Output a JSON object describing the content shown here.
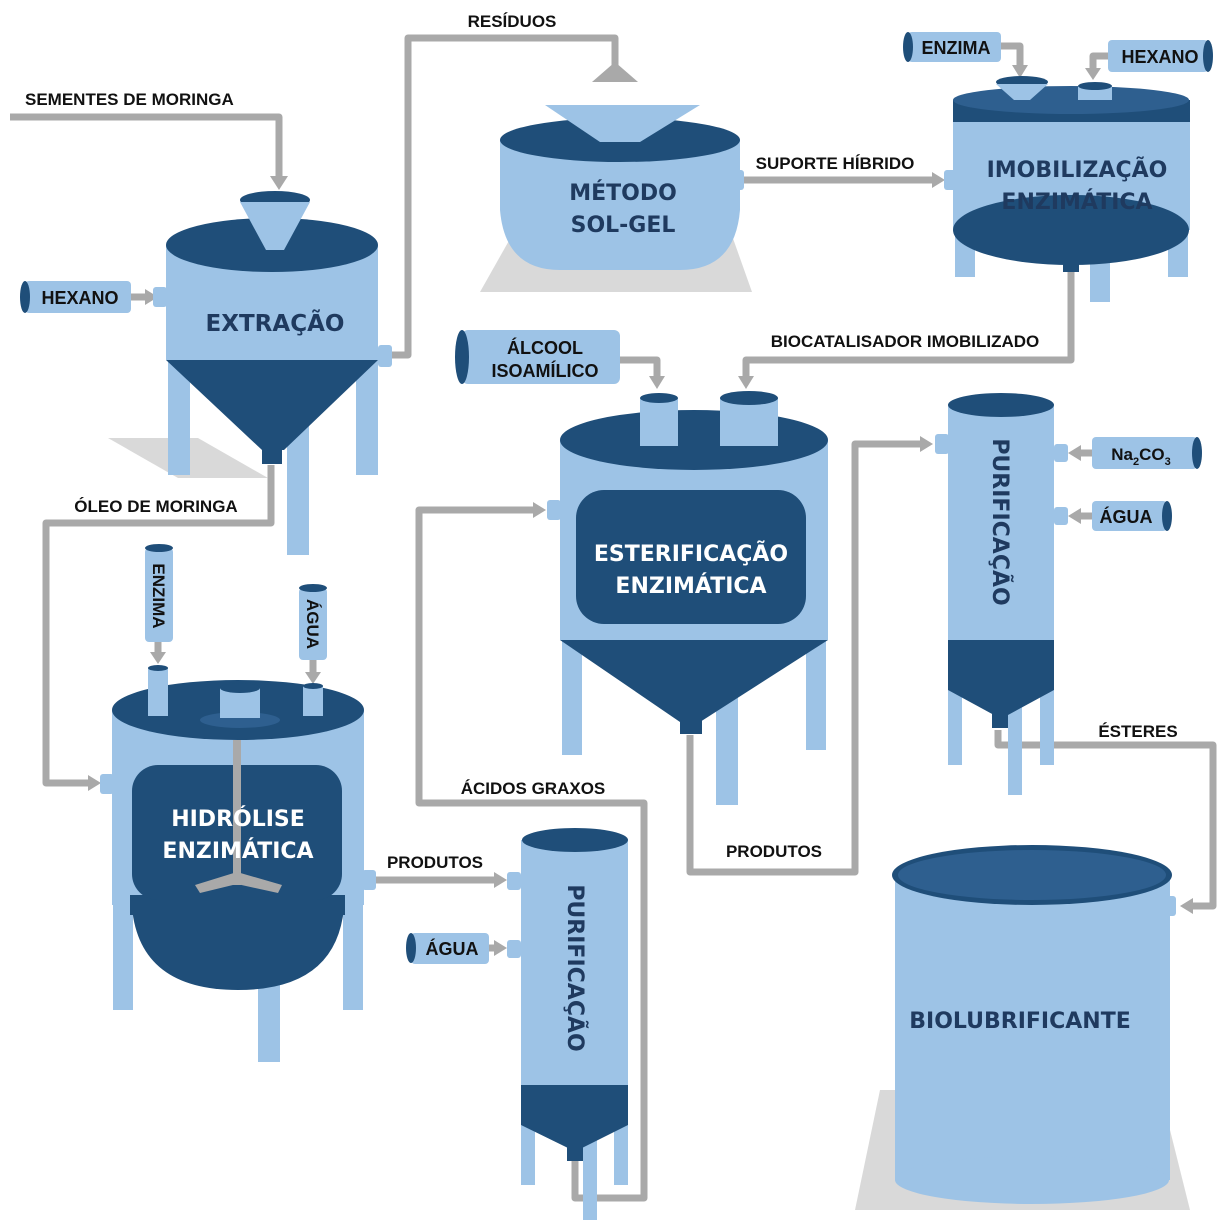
{
  "colors": {
    "light_blue": "#9dc3e6",
    "dark_blue": "#1f4e79",
    "mid_blue": "#2e5f8f",
    "pipe_gray": "#a9a9a9",
    "base_gray": "#d9d9d9",
    "text_white": "#ffffff",
    "text_black": "#111111"
  },
  "vessels": {
    "extracao": "EXTRAÇÃO",
    "sol_gel_1": "MÉTODO",
    "sol_gel_2": "SOL-GEL",
    "imobilizacao_1": "IMOBILIZAÇÃO",
    "imobilizacao_2": "ENZIMÁTICA",
    "esterificacao_1": "ESTERIFICAÇÃO",
    "esterificacao_2": "ENZIMÁTICA",
    "hidrolise_1": "HIDRÓLISE",
    "hidrolise_2": "ENZIMÁTICA",
    "purificacao_upper": "PURIFICAÇÃO",
    "purificacao_lower": "PURIFICAÇÃO",
    "biolubrificante": "BIOLUBRIFICANTE"
  },
  "streams": {
    "sementes": "SEMENTES DE MORINGA",
    "residuos": "RESÍDUOS",
    "suporte": "SUPORTE HÍBRIDO",
    "biocatalisador": "BIOCATALISADOR IMOBILIZADO",
    "oleo": "ÓLEO DE MORINGA",
    "acidos": "ÁCIDOS GRAXOS",
    "produtos_hidrolise": "PRODUTOS",
    "produtos_esterificacao": "PRODUTOS",
    "esteres": "ÉSTERES"
  },
  "reagents": {
    "hexano_extracao": "HEXANO",
    "enzima_imob": "ENZIMA",
    "hexano_imob": "HEXANO",
    "alcool_1": "ÁLCOOL",
    "alcool_2": "ISOAMÍLICO",
    "na2co3_base": "Na",
    "na2co3_sub1": "2",
    "na2co3_mid": "CO",
    "na2co3_sub2": "3",
    "agua_upper": "ÁGUA",
    "enzima_hidrolise": "ENZIMA",
    "agua_hidrolise": "ÁGUA",
    "agua_lower": "ÁGUA"
  }
}
